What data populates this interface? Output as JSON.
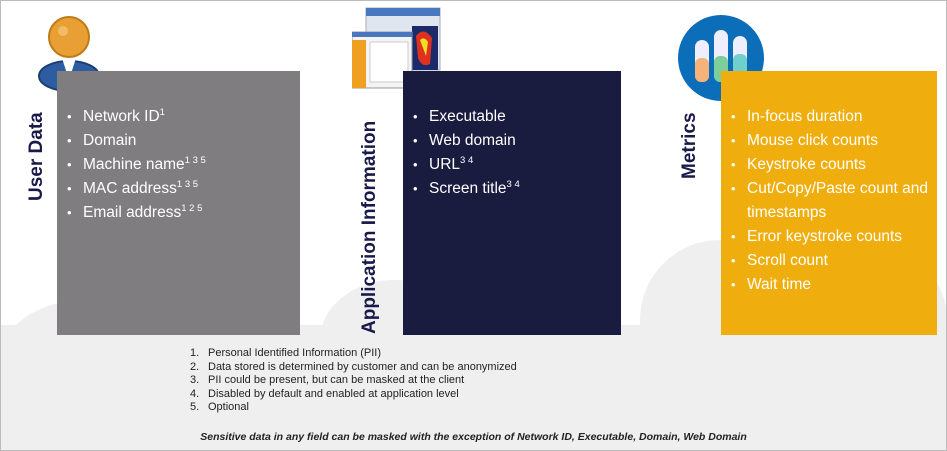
{
  "columns": [
    {
      "title": "User Data",
      "color": "#7f7d80",
      "items": [
        {
          "text": "Network ID",
          "sup": "1"
        },
        {
          "text": "Domain",
          "sup": ""
        },
        {
          "text": "Machine name",
          "sup": "1 3 5"
        },
        {
          "text": "MAC address",
          "sup": "1 3 5"
        },
        {
          "text": "Email address",
          "sup": "1 2 5"
        }
      ]
    },
    {
      "title": "Application Information",
      "color": "#191b3f",
      "items": [
        {
          "text": "Executable",
          "sup": ""
        },
        {
          "text": "Web domain",
          "sup": ""
        },
        {
          "text": "URL",
          "sup": "3 4"
        },
        {
          "text": "Screen title",
          "sup": "3 4"
        }
      ]
    },
    {
      "title": "Metrics",
      "color": "#f0ae0e",
      "items": [
        {
          "text": "In-focus duration",
          "sup": ""
        },
        {
          "text": "Mouse click counts",
          "sup": ""
        },
        {
          "text": "Keystroke counts",
          "sup": ""
        },
        {
          "text": "Cut/Copy/Paste count and timestamps",
          "sup": ""
        },
        {
          "text": "Error keystroke counts",
          "sup": ""
        },
        {
          "text": "Scroll count",
          "sup": ""
        },
        {
          "text": "Wait time",
          "sup": ""
        }
      ]
    }
  ],
  "footnotes": [
    {
      "n": "1.",
      "text": "Personal Identified Information (PII)"
    },
    {
      "n": "2.",
      "text": "Data stored is determined by customer and can be anonymized"
    },
    {
      "n": "3.",
      "text": "PII could be present, but can be masked at the client"
    },
    {
      "n": "4.",
      "text": "Disabled by default and enabled at application level"
    },
    {
      "n": "5.",
      "text": "Optional"
    }
  ],
  "sensitive_note": "Sensitive data in any field can be masked with the exception of Network ID, Executable, Domain, Web Domain",
  "icons": [
    "user-avatar-icon",
    "application-screenshot-icon",
    "metrics-chart-icon"
  ]
}
